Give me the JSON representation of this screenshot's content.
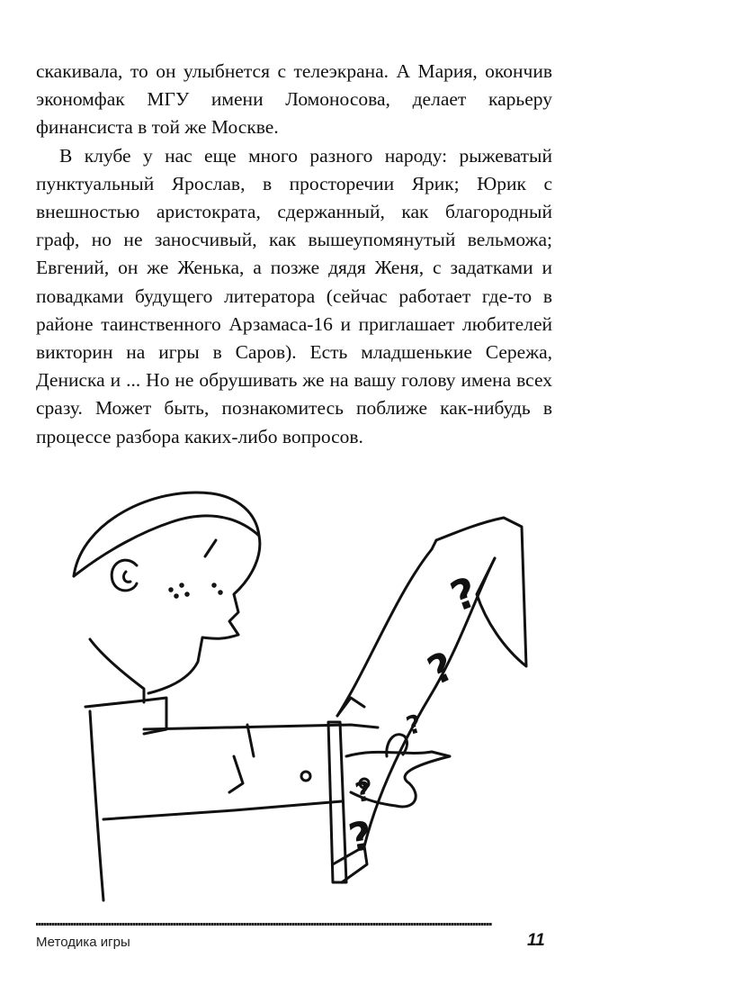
{
  "paragraphs": [
    "скакивала, то он улыбнется с телеэкрана. А Мария, окончив экономфак МГУ имени Ломоносова, делает карьеру финансиста в той же Москве.",
    "В клубе у нас еще много разного народу: рыжеватый пунктуальный Ярослав, в просторечии Ярик; Юрик с внешностью аристократа, сдержанный, как благородный граф, но не заносчивый, как вышеупомянутый вельможа; Евгений, он же Женька, а позже дядя Женя, с задатками и повадками будущего литератора (сейчас работает где-то в районе таинственного Арзамаса-16 и приглашает любителей викторин на игры в Саров). Есть младшенькие Сережа, Дениска и ... Но не обрушивать же на вашу голову имена всех сразу. Может быть, познакомитесь поближе как-нибудь в процессе разбора каких-либо вопросов."
  ],
  "illustration": {
    "icon": "man-with-question-scroll-drawing",
    "scroll_marks": [
      "?",
      "?",
      "?",
      "?",
      "?"
    ]
  },
  "footer": {
    "section": "Методика игры",
    "page_number": "11"
  }
}
